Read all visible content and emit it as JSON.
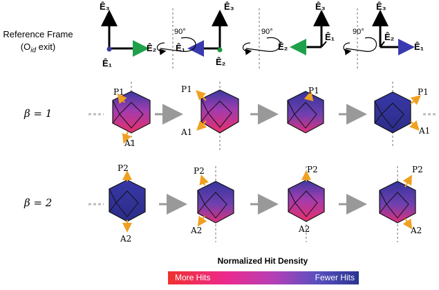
{
  "reference_frame": {
    "title_line1": "Reference Frame",
    "title_line2_pre": "(O",
    "title_line2_sub": "id",
    "title_line2_post": " exit)",
    "frames": [
      {
        "right": "Ê₂",
        "right_color": "green",
        "dot": "Ê₁",
        "dot_color": "#3a3aa0"
      },
      {
        "left": "Ê₁",
        "left_color": "#3a3ab0",
        "dot": "Ê₂",
        "dot_color": "#1a9a3a"
      },
      {
        "left": "Ê₂",
        "left_color": "green",
        "back": "Ê₁"
      },
      {
        "right": "Ê₁",
        "right_color": "#3a3ab0",
        "back": "Ê₂"
      }
    ],
    "up_label": "Ê₃",
    "rotation_label": "90°"
  },
  "rows": [
    {
      "beta_label": "β = 1",
      "labels": [
        [
          "P1",
          "A1"
        ],
        [
          "P1",
          "A1"
        ],
        [
          "P1",
          ""
        ],
        [
          "P1",
          "A1"
        ]
      ]
    },
    {
      "beta_label": "β = 2",
      "labels": [
        [
          "P2",
          "A2"
        ],
        [
          "P2",
          "A2"
        ],
        [
          "P2",
          "A2"
        ],
        [
          "P2",
          "A2"
        ]
      ]
    }
  ],
  "colorbar": {
    "title": "Normalized Hit Density",
    "left_label": "More Hits",
    "right_label": "Fewer Hits",
    "colors": {
      "more": "#f0302e",
      "mid": "#ec2a8c",
      "fewer": "#2a3590"
    }
  }
}
